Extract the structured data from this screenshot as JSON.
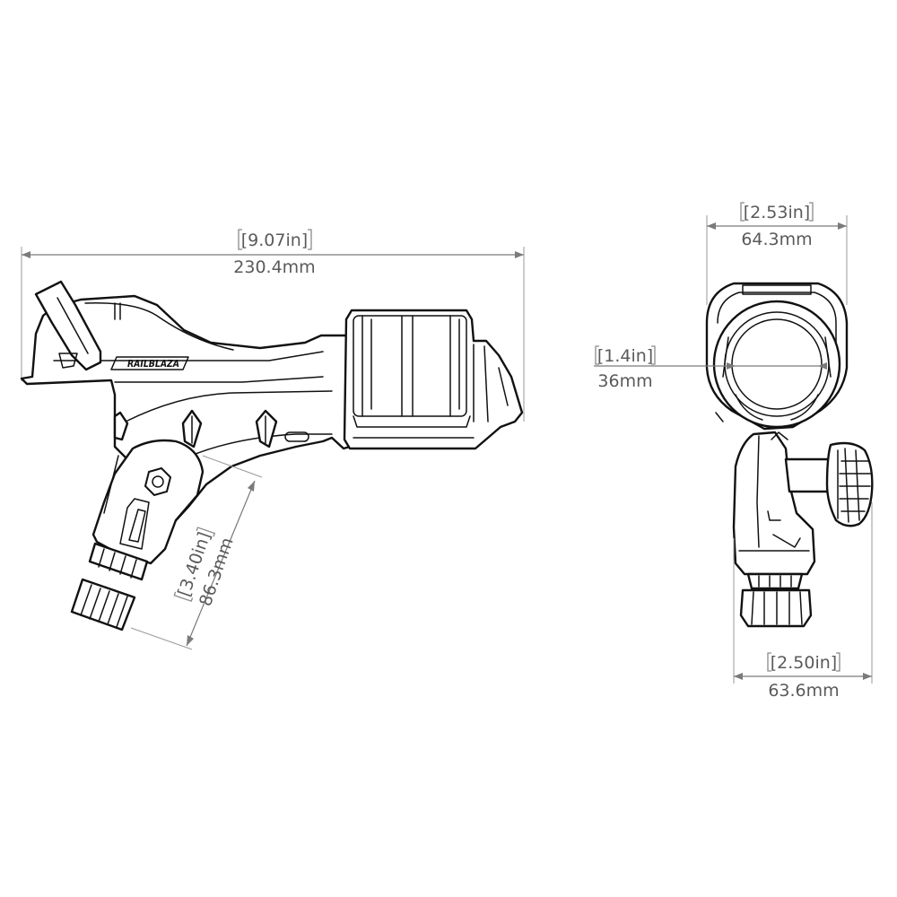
{
  "side_view": {
    "overall_length_in": "[9.07in]",
    "overall_length_mm": "230.4mm",
    "mount_height_in": "[3.40in]",
    "mount_height_mm": "86.3mm",
    "logo_text": "RAILBLAZA"
  },
  "end_view": {
    "top_width_in": "[2.53in]",
    "top_width_mm": "64.3mm",
    "inner_diameter_in": "[1.4in]",
    "inner_diameter_mm": "36mm",
    "base_width_in": "[2.50in]",
    "base_width_mm": "63.6mm"
  },
  "colors": {
    "line": "#111111",
    "dimension": "#7a7a7a",
    "text": "#5a5a5a",
    "background": "#ffffff"
  }
}
